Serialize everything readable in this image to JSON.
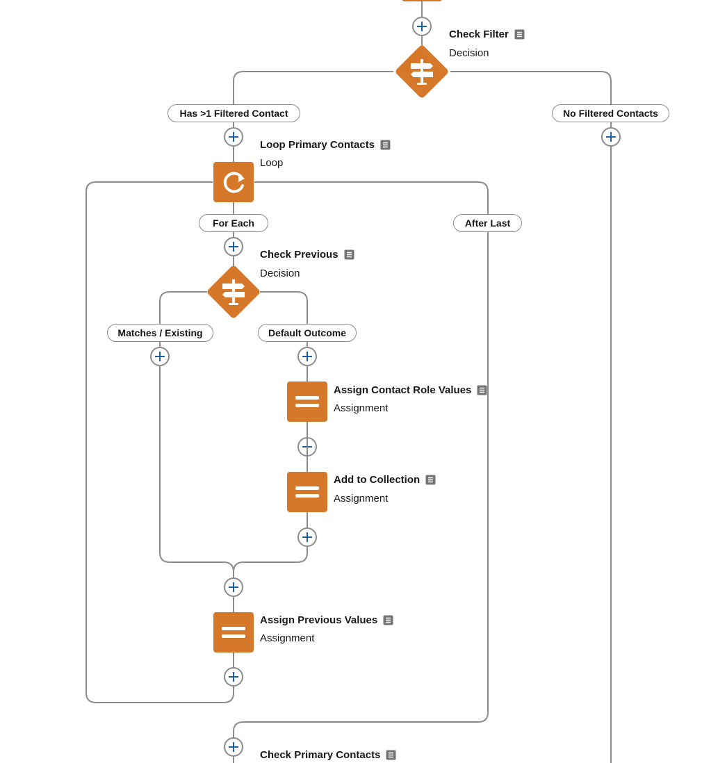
{
  "nodes": {
    "check_filter": {
      "title": "Check Filter",
      "subtitle": "Decision"
    },
    "loop_primary": {
      "title": "Loop Primary Contacts",
      "subtitle": "Loop"
    },
    "check_previous": {
      "title": "Check Previous",
      "subtitle": "Decision"
    },
    "assign_role": {
      "title": "Assign Contact Role Values",
      "subtitle": "Assignment"
    },
    "add_collection": {
      "title": "Add to Collection",
      "subtitle": "Assignment"
    },
    "assign_previous": {
      "title": "Assign Previous Values",
      "subtitle": "Assignment"
    },
    "check_primary": {
      "title": "Check Primary Contacts"
    }
  },
  "paths": {
    "has_filtered": "Has >1 Filtered Contact",
    "no_filtered": "No Filtered Contacts",
    "for_each": "For Each",
    "after_last": "After Last",
    "matches": "Matches / Existing",
    "default_outcome": "Default Outcome"
  },
  "icons": {
    "decision": "signpost-icon",
    "loop": "loop-icon",
    "assignment": "equals-icon",
    "description": "description-icon",
    "add": "add-element-icon"
  },
  "colors": {
    "node": "#d6782a",
    "connector": "#8c8c8c",
    "add_plus": "#1b5ea9"
  }
}
